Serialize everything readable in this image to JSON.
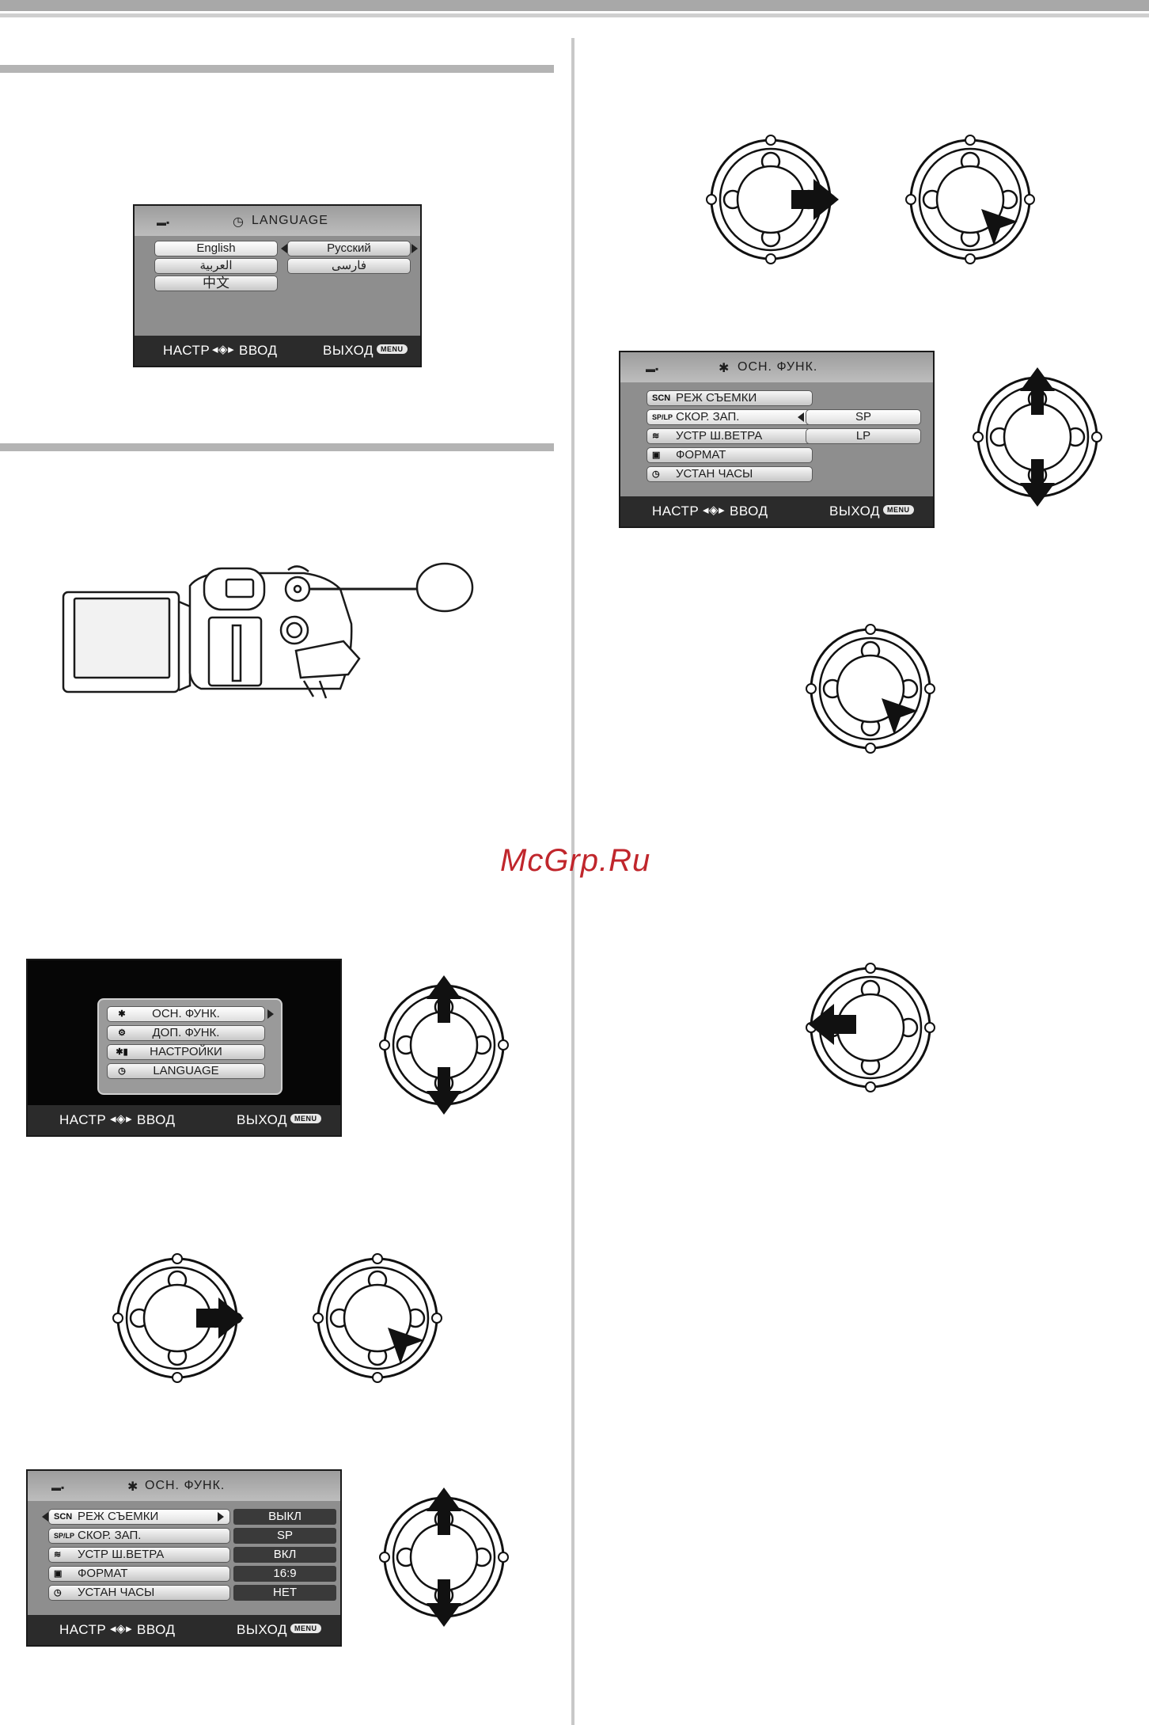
{
  "watermark": "McGrp.Ru",
  "language_menu": {
    "title": "LANGUAGE",
    "options": [
      "English",
      "Русский",
      "العربية",
      "فارسی",
      "中文"
    ],
    "footer_set": "НАСТР",
    "footer_enter": "ВВОД",
    "footer_exit": "ВЫХОД",
    "menu_badge": "MENU"
  },
  "top_menu": {
    "items": [
      "ОСН. ФУНК.",
      "ДОП. ФУНК.",
      "НАСТРОЙКИ",
      "LANGUAGE"
    ],
    "footer_set": "НАСТР",
    "footer_enter": "ВВОД",
    "footer_exit": "ВЫХОД",
    "menu_badge": "MENU"
  },
  "basic_menu": {
    "title": "ОСН. ФУНК.",
    "rows": [
      {
        "icon": "SCN",
        "label": "РЕЖ СЪЕМКИ",
        "value": "ВЫКЛ"
      },
      {
        "icon": "SP/LP",
        "label": "СКОР. ЗАП.",
        "value": "SP"
      },
      {
        "icon": "≋",
        "label": "УСТР Ш.ВЕТРА",
        "value": "ВКЛ"
      },
      {
        "icon": "▣",
        "label": "ФОРМАТ",
        "value": "16:9"
      },
      {
        "icon": "◷",
        "label": "УСТАН ЧАСЫ",
        "value": "НЕТ"
      }
    ],
    "footer_set": "НАСТР",
    "footer_enter": "ВВОД",
    "footer_exit": "ВЫХОД",
    "menu_badge": "MENU"
  },
  "speed_menu": {
    "title": "ОСН. ФУНК.",
    "rows": [
      {
        "icon": "SCN",
        "label": "РЕЖ СЪЕМКИ"
      },
      {
        "icon": "SP/LP",
        "label": "СКОР. ЗАП."
      },
      {
        "icon": "≋",
        "label": "УСТР Ш.ВЕТРА"
      },
      {
        "icon": "▣",
        "label": "ФОРМАТ"
      },
      {
        "icon": "◷",
        "label": "УСТАН ЧАСЫ"
      }
    ],
    "options": [
      "SP",
      "LP"
    ],
    "footer_set": "НАСТР",
    "footer_enter": "ВВОД",
    "footer_exit": "ВЫХОД",
    "menu_badge": "MENU"
  }
}
